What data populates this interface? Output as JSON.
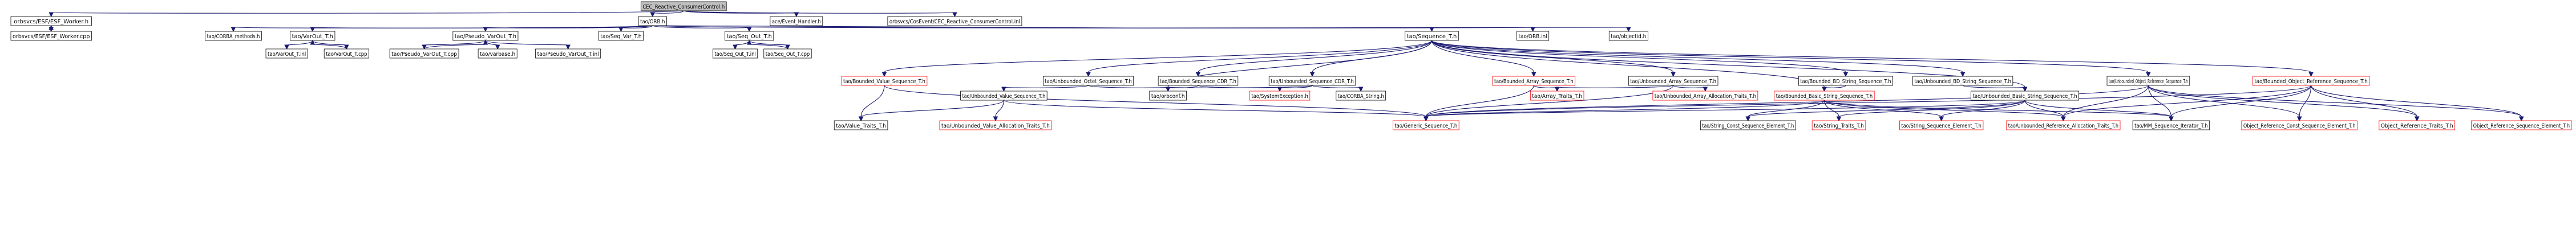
{
  "graph": {
    "nodes": [
      {
        "id": "root",
        "label": "CEC_Reactive_ConsumerControl.h",
        "kind": "root"
      },
      {
        "id": "esf",
        "label": "orbsvcs/ESF/ESF_Worker.h",
        "kind": "normal"
      },
      {
        "id": "orb",
        "label": "tao/ORB.h",
        "kind": "normal"
      },
      {
        "id": "aceev",
        "label": "ace/Event_Handler.h",
        "kind": "normal"
      },
      {
        "id": "ceci",
        "label": "orbsvcs/CosEvent/CEC_Reactive_ConsumerControl.inl",
        "kind": "normal"
      },
      {
        "id": "esfcpp",
        "label": "orbsvcs/ESF/ESF_Worker.cpp",
        "kind": "normal"
      },
      {
        "id": "corbam",
        "label": "tao/CORBA_methods.h",
        "kind": "normal"
      },
      {
        "id": "varout",
        "label": "tao/VarOut_T.h",
        "kind": "normal"
      },
      {
        "id": "pvo",
        "label": "tao/Pseudo_VarOut_T.h",
        "kind": "normal"
      },
      {
        "id": "seqvar",
        "label": "tao/Seq_Var_T.h",
        "kind": "normal"
      },
      {
        "id": "seqout",
        "label": "tao/Seq_Out_T.h",
        "kind": "normal"
      },
      {
        "id": "seqt",
        "label": "tao/Sequence_T.h",
        "kind": "normal"
      },
      {
        "id": "orbinl",
        "label": "tao/ORB.inl",
        "kind": "normal"
      },
      {
        "id": "objdef",
        "label": "tao/objectid.h",
        "kind": "normal"
      },
      {
        "id": "voinl",
        "label": "tao/VarOut_T.inl",
        "kind": "normal"
      },
      {
        "id": "vocpp",
        "label": "tao/VarOut_T.cpp",
        "kind": "normal"
      },
      {
        "id": "pvocpp",
        "label": "tao/Pseudo_VarOut_T.cpp",
        "kind": "normal"
      },
      {
        "id": "varbase",
        "label": "tao/varbase.h",
        "kind": "normal"
      },
      {
        "id": "pvoinl",
        "label": "tao/Pseudo_VarOut_T.inl",
        "kind": "normal"
      },
      {
        "id": "soinl",
        "label": "tao/Seq_Out_T.inl",
        "kind": "normal"
      },
      {
        "id": "socpp",
        "label": "tao/Seq_Out_T.cpp",
        "kind": "normal"
      },
      {
        "id": "bvst",
        "label": "tao/Bounded_Value_Sequence_T.h",
        "kind": "incomplete"
      },
      {
        "id": "uost",
        "label": "tao/Unbounded_Octet_Sequence_T.h",
        "kind": "normal"
      },
      {
        "id": "bsct",
        "label": "tao/Bounded_Sequence_CDR_T.h",
        "kind": "normal"
      },
      {
        "id": "usct",
        "label": "tao/Unbounded_Sequence_CDR_T.h",
        "kind": "normal"
      },
      {
        "id": "bast",
        "label": "tao/Bounded_Array_Sequence_T.h",
        "kind": "incomplete"
      },
      {
        "id": "uast",
        "label": "tao/Unbounded_Array_Sequence_T.h",
        "kind": "normal"
      },
      {
        "id": "bbdst",
        "label": "tao/Bounded_BD_String_Sequence_T.h",
        "kind": "normal"
      },
      {
        "id": "ubdst",
        "label": "tao/Unbounded_BD_String_Sequence_T.h",
        "kind": "normal"
      },
      {
        "id": "uorst",
        "label": "tao/Unbounded_Object_Reference_Sequence_T.h",
        "kind": "normal"
      },
      {
        "id": "borst",
        "label": "tao/Bounded_Object_Reference_Sequence_T.h",
        "kind": "incomplete"
      },
      {
        "id": "uvst",
        "label": "tao/Unbounded_Value_Sequence_T.h",
        "kind": "normal"
      },
      {
        "id": "orbconf",
        "label": "tao/orbconf.h",
        "kind": "normal"
      },
      {
        "id": "sysex",
        "label": "tao/SystemException.h",
        "kind": "incomplete"
      },
      {
        "id": "corbas",
        "label": "tao/CORBA_String.h",
        "kind": "normal"
      },
      {
        "id": "art",
        "label": "tao/Array_Traits_T.h",
        "kind": "incomplete"
      },
      {
        "id": "uaat",
        "label": "tao/Unbounded_Array_Allocation_Traits_T.h",
        "kind": "incomplete"
      },
      {
        "id": "bbsst",
        "label": "tao/Bounded_Basic_String_Sequence_T.h",
        "kind": "incomplete"
      },
      {
        "id": "ubsst",
        "label": "tao/Unbounded_Basic_String_Sequence_T.h",
        "kind": "normal"
      },
      {
        "id": "vtt",
        "label": "tao/Value_Traits_T.h",
        "kind": "normal"
      },
      {
        "id": "uvat",
        "label": "tao/Unbounded_Value_Allocation_Traits_T.h",
        "kind": "incomplete"
      },
      {
        "id": "gst",
        "label": "tao/Generic_Sequence_T.h",
        "kind": "incomplete"
      },
      {
        "id": "scset",
        "label": "tao/String_Const_Sequence_Element_T.h",
        "kind": "normal"
      },
      {
        "id": "stt",
        "label": "tao/String_Traits_T.h",
        "kind": "incomplete"
      },
      {
        "id": "sset",
        "label": "tao/String_Sequence_Element_T.h",
        "kind": "incomplete"
      },
      {
        "id": "urat",
        "label": "tao/Unbounded_Reference_Allocation_Traits_T.h",
        "kind": "incomplete"
      },
      {
        "id": "mmsit",
        "label": "tao/MM_Sequence_Iterator_T.h",
        "kind": "normal"
      },
      {
        "id": "orcset",
        "label": "Object_Reference_Const_Sequence_Element_T.h",
        "kind": "incomplete"
      },
      {
        "id": "ortt",
        "label": "Object_Reference_Traits_T.h",
        "kind": "incomplete"
      },
      {
        "id": "orset",
        "label": "Object_Reference_Sequence_Element_T.h",
        "kind": "incomplete"
      }
    ],
    "edges": [
      [
        "root",
        "esf"
      ],
      [
        "root",
        "orb"
      ],
      [
        "root",
        "aceev"
      ],
      [
        "root",
        "ceci"
      ],
      [
        "esf",
        "esfcpp"
      ],
      [
        "esfcpp",
        "esf"
      ],
      [
        "orb",
        "corbam"
      ],
      [
        "orb",
        "varout"
      ],
      [
        "orb",
        "pvo"
      ],
      [
        "orb",
        "seqvar"
      ],
      [
        "orb",
        "seqout"
      ],
      [
        "orb",
        "seqt"
      ],
      [
        "orb",
        "orbinl"
      ],
      [
        "orb",
        "objdef"
      ],
      [
        "varout",
        "voinl"
      ],
      [
        "varout",
        "vocpp"
      ],
      [
        "vocpp",
        "varout"
      ],
      [
        "pvo",
        "pvocpp"
      ],
      [
        "pvo",
        "varbase"
      ],
      [
        "pvo",
        "pvoinl"
      ],
      [
        "pvocpp",
        "pvo"
      ],
      [
        "seqout",
        "soinl"
      ],
      [
        "seqout",
        "socpp"
      ],
      [
        "socpp",
        "seqout"
      ],
      [
        "seqt",
        "bvst"
      ],
      [
        "seqt",
        "uost"
      ],
      [
        "seqt",
        "bsct"
      ],
      [
        "seqt",
        "usct"
      ],
      [
        "seqt",
        "bast"
      ],
      [
        "seqt",
        "uast"
      ],
      [
        "seqt",
        "bbdst"
      ],
      [
        "seqt",
        "ubdst"
      ],
      [
        "seqt",
        "uorst"
      ],
      [
        "seqt",
        "borst"
      ],
      [
        "seqt",
        "bbsst"
      ],
      [
        "seqt",
        "ubsst"
      ],
      [
        "seqt",
        "orbconf"
      ],
      [
        "bvst",
        "vtt"
      ],
      [
        "bvst",
        "gst"
      ],
      [
        "uost",
        "uvst"
      ],
      [
        "uost",
        "orbconf"
      ],
      [
        "bsct",
        "orbconf"
      ],
      [
        "bsct",
        "sysex"
      ],
      [
        "usct",
        "orbconf"
      ],
      [
        "usct",
        "sysex"
      ],
      [
        "usct",
        "corbas"
      ],
      [
        "bast",
        "art"
      ],
      [
        "bast",
        "gst"
      ],
      [
        "uast",
        "art"
      ],
      [
        "uast",
        "uaat"
      ],
      [
        "uast",
        "gst"
      ],
      [
        "bbdst",
        "bbsst"
      ],
      [
        "ubdst",
        "ubsst"
      ],
      [
        "uvst",
        "vtt"
      ],
      [
        "uvst",
        "uvat"
      ],
      [
        "uvst",
        "gst"
      ],
      [
        "bbsst",
        "gst"
      ],
      [
        "bbsst",
        "scset"
      ],
      [
        "bbsst",
        "stt"
      ],
      [
        "bbsst",
        "sset"
      ],
      [
        "bbsst",
        "urat"
      ],
      [
        "bbsst",
        "mmsit"
      ],
      [
        "ubsst",
        "gst"
      ],
      [
        "ubsst",
        "scset"
      ],
      [
        "ubsst",
        "stt"
      ],
      [
        "ubsst",
        "sset"
      ],
      [
        "ubsst",
        "urat"
      ],
      [
        "ubsst",
        "mmsit"
      ],
      [
        "uorst",
        "gst"
      ],
      [
        "uorst",
        "urat"
      ],
      [
        "uorst",
        "mmsit"
      ],
      [
        "uorst",
        "orcset"
      ],
      [
        "uorst",
        "ortt"
      ],
      [
        "uorst",
        "orset"
      ],
      [
        "borst",
        "gst"
      ],
      [
        "borst",
        "urat"
      ],
      [
        "borst",
        "mmsit"
      ],
      [
        "borst",
        "orcset"
      ],
      [
        "borst",
        "ortt"
      ],
      [
        "borst",
        "orset"
      ]
    ]
  },
  "colors": {
    "edge": "#191970",
    "root_fill": "#bfbfbf",
    "node_border": "#000000",
    "incomplete_border": "#ff0000",
    "text": "#000000"
  }
}
